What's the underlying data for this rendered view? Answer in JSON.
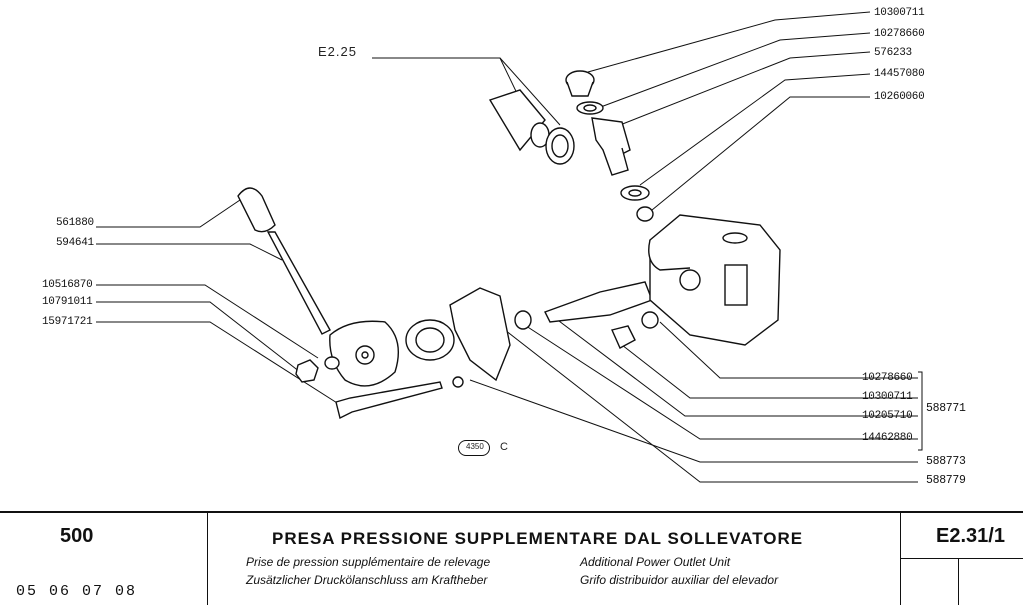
{
  "parts": {
    "p10300711_top": "10300711",
    "p10278660_top": "10278660",
    "p576233": "576233",
    "p14457080": "14457080",
    "p10260060": "10260060",
    "p561880": "561880",
    "p594641": "594641",
    "p10516870": "10516870",
    "p10791011": "10791011",
    "p15971721": "15971721",
    "p10278660_bot": "10278660",
    "p10300711_bot": "10300711",
    "p10205710": "10205710",
    "p14462880": "14462880",
    "g588771": "588771",
    "g588773": "588773",
    "g588779": "588779"
  },
  "ref_label": "E2.25",
  "stamp": {
    "number": "4350",
    "letter": "C"
  },
  "title_block": {
    "model": "500",
    "years": "05  06  07  08",
    "title": "PRESA PRESSIONE SUPPLEMENTARE DAL SOLLEVATORE",
    "fr": "Prise de pression supplémentaire de relevage",
    "de": "Zusätzlicher Druckölanschluss am Kraftheber",
    "en": "Additional Power Outlet Unit",
    "es": "Grifo distribuidor auxiliar del elevador",
    "code_main": "E2.31",
    "code_sheet": "/1"
  }
}
